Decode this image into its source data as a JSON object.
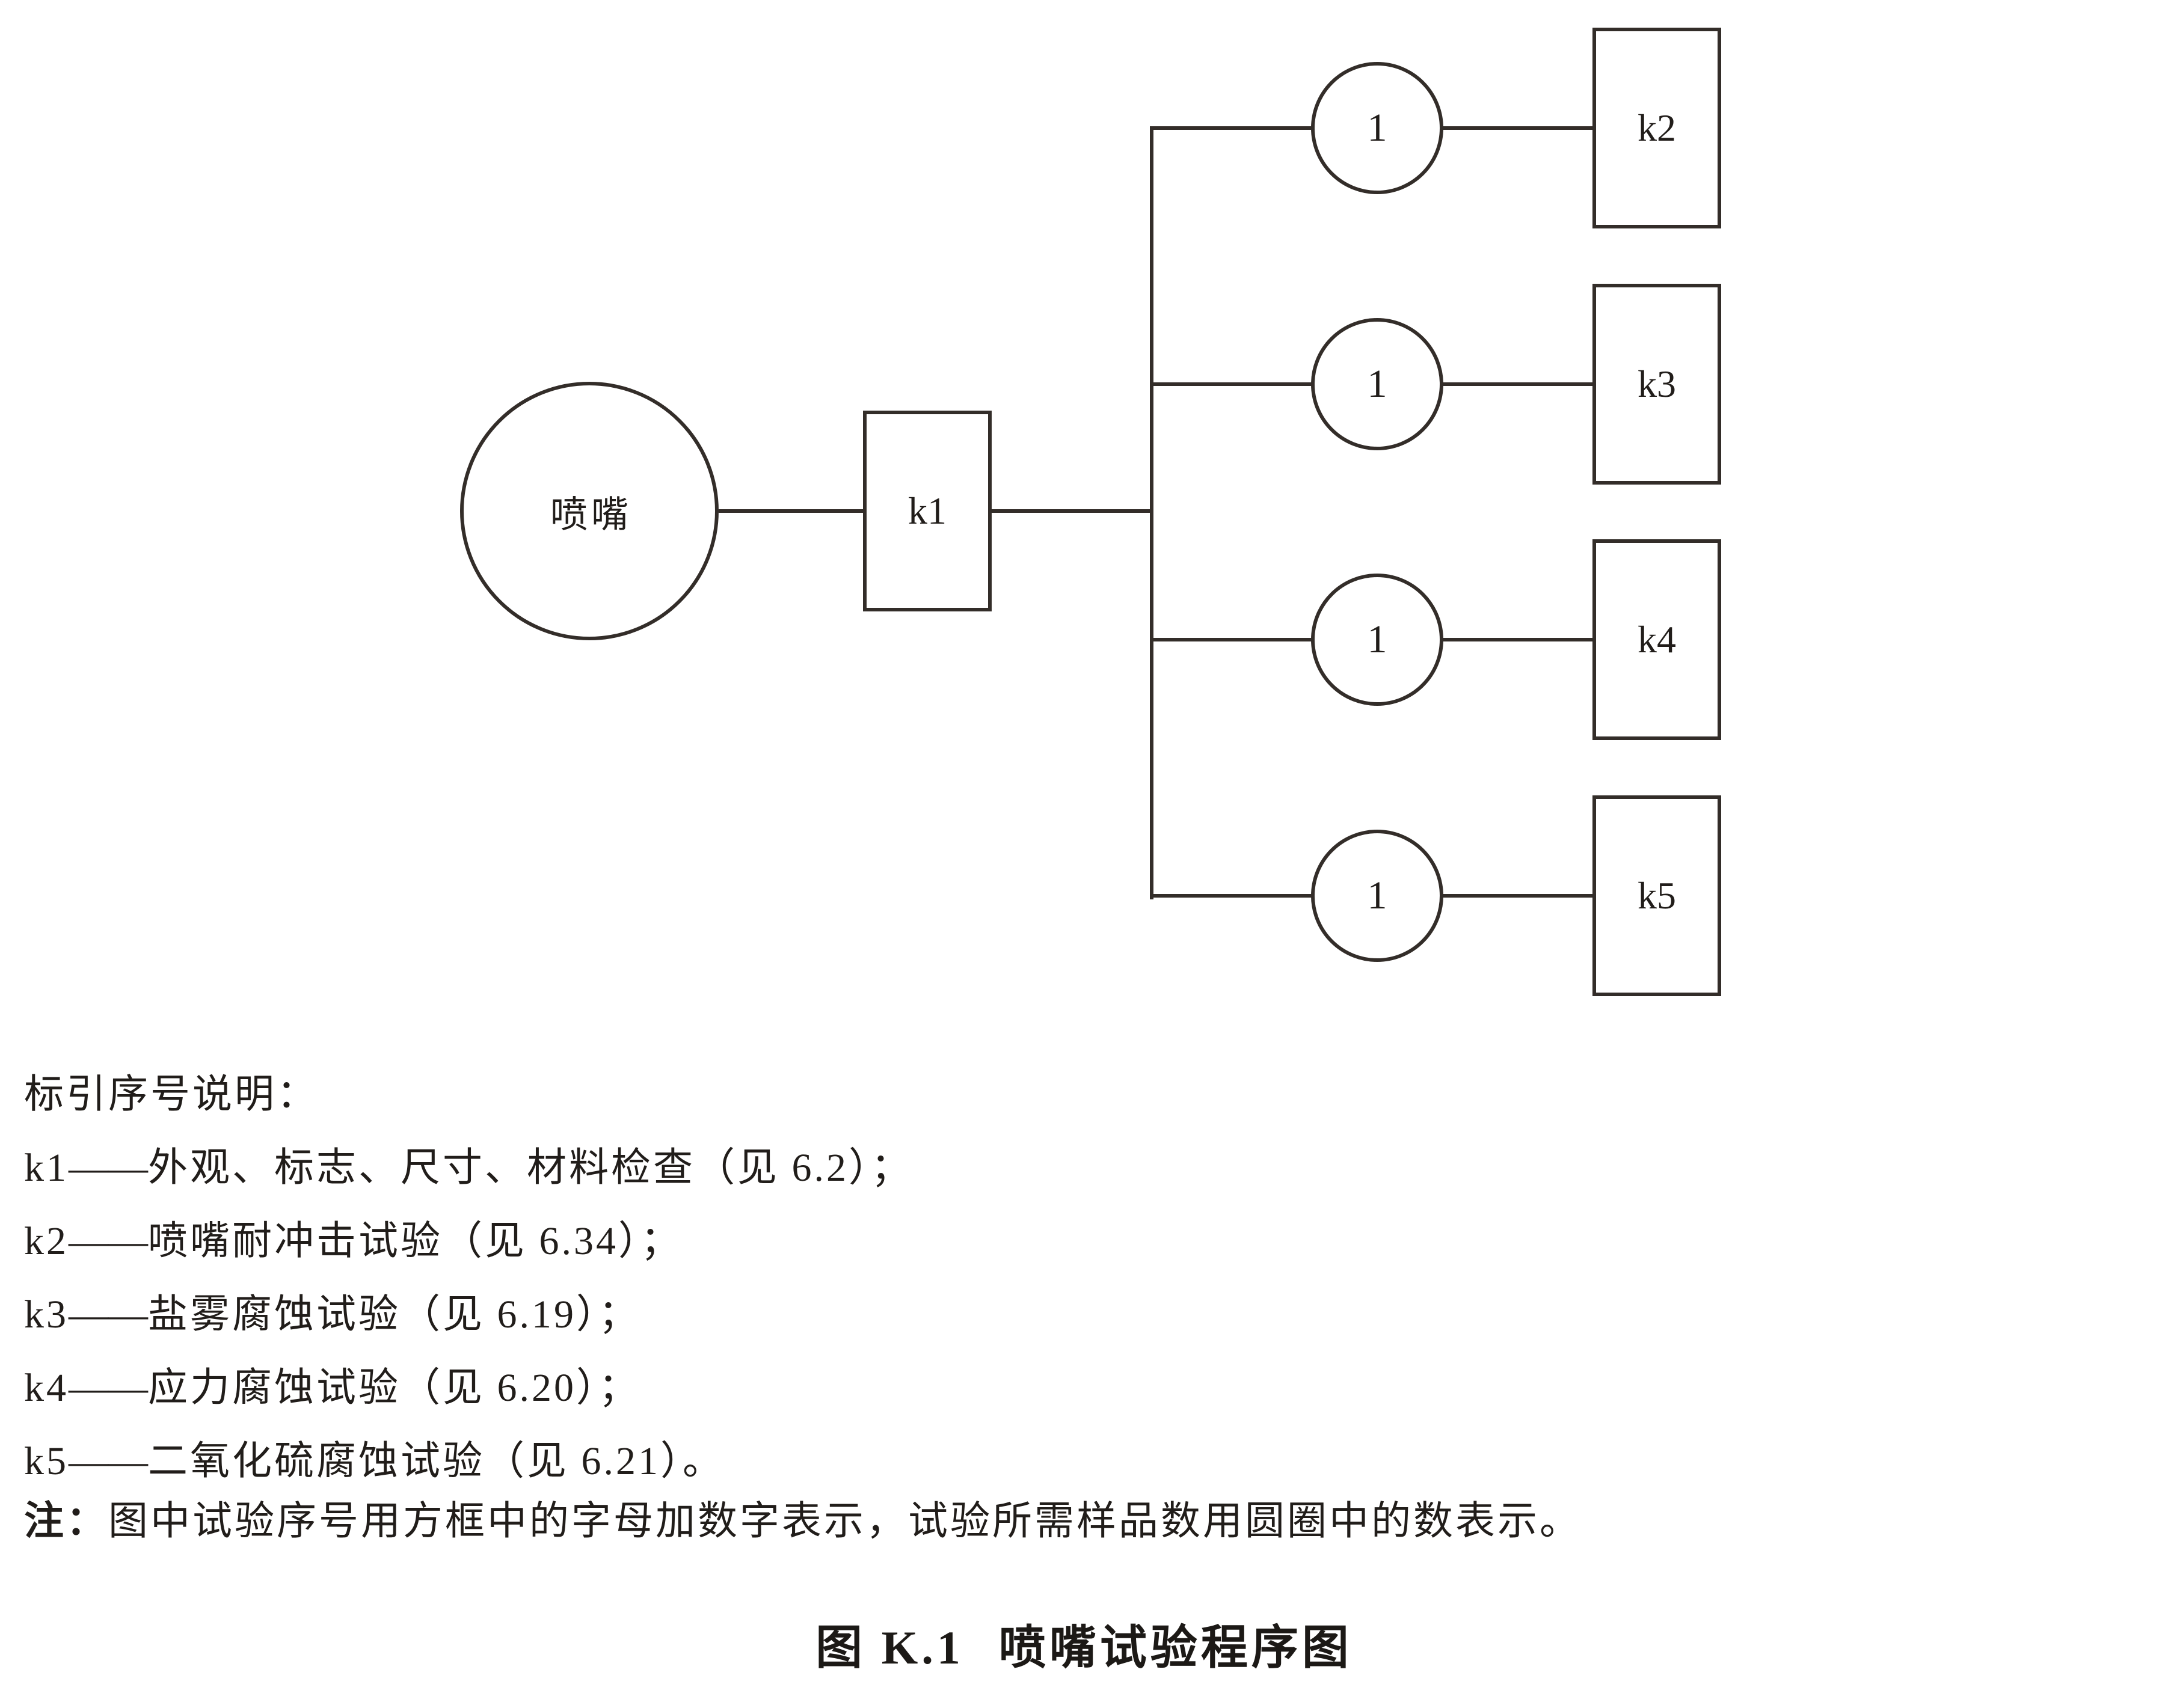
{
  "diagram": {
    "root_label": "喷嘴",
    "k1_label": "k1",
    "branches": [
      {
        "count": "1",
        "label": "k2"
      },
      {
        "count": "1",
        "label": "k3"
      },
      {
        "count": "1",
        "label": "k4"
      },
      {
        "count": "1",
        "label": "k5"
      }
    ]
  },
  "legend": {
    "title": "标引序号说明：",
    "items": [
      {
        "key": "k1",
        "dash": "——",
        "text": "外观、标志、尺寸、材料检查（见 6.2）；"
      },
      {
        "key": "k2",
        "dash": "——",
        "text": "喷嘴耐冲击试验（见 6.34）；"
      },
      {
        "key": "k3",
        "dash": "——",
        "text": "盐雾腐蚀试验（见 6.19）；"
      },
      {
        "key": "k4",
        "dash": "——",
        "text": "应力腐蚀试验（见 6.20）；"
      },
      {
        "key": "k5",
        "dash": "——",
        "text": "二氧化硫腐蚀试验（见 6.21）。"
      }
    ],
    "note_label": "注：",
    "note_text": "图中试验序号用方框中的字母加数字表示，试验所需样品数用圆圈中的数表示。"
  },
  "caption": {
    "prefix": "图 K.1",
    "title": "喷嘴试验程序图"
  },
  "colors": {
    "line": "#332d29",
    "text": "#211d1a",
    "background": "#ffffff"
  }
}
